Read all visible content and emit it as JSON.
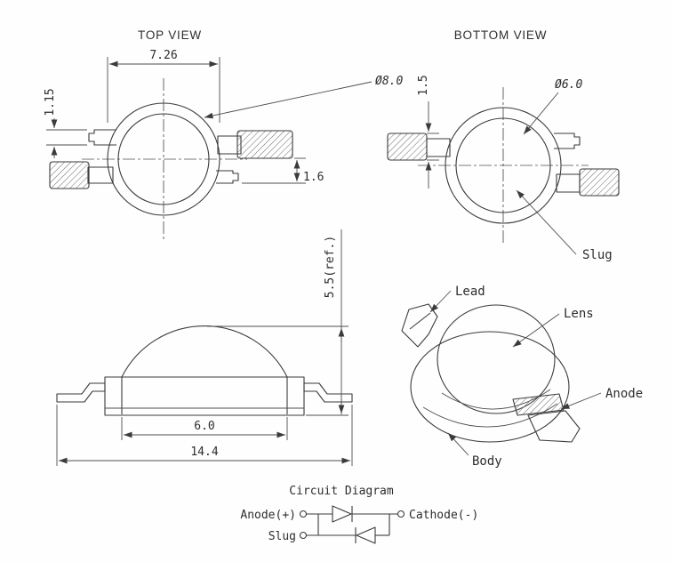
{
  "drawing": {
    "background": "#ffffff",
    "line_color": "#3b3b3b",
    "views": {
      "top_view": {
        "title": "TOP VIEW",
        "dims": {
          "body_width": "7.26",
          "lens_diameter": "Ø8.0",
          "tab_width": "1.15",
          "lead_offset": "1.6"
        }
      },
      "bottom_view": {
        "title": "BOTTOM VIEW",
        "dims": {
          "slug_diameter": "Ø6.0",
          "lead_width": "1.5"
        },
        "callouts": {
          "slug": "Slug"
        }
      },
      "side_view": {
        "dims": {
          "overall_height": "5.5(ref.)",
          "lens_base_width": "6.0",
          "overall_width": "14.4"
        }
      },
      "perspective_view": {
        "callouts": {
          "lead": "Lead",
          "lens": "Lens",
          "anode": "Anode",
          "body": "Body"
        }
      },
      "circuit": {
        "title": "Circuit Diagram",
        "terminals": {
          "anode": "Anode(+)",
          "slug": "Slug",
          "cathode": "Cathode(-)"
        }
      }
    }
  }
}
